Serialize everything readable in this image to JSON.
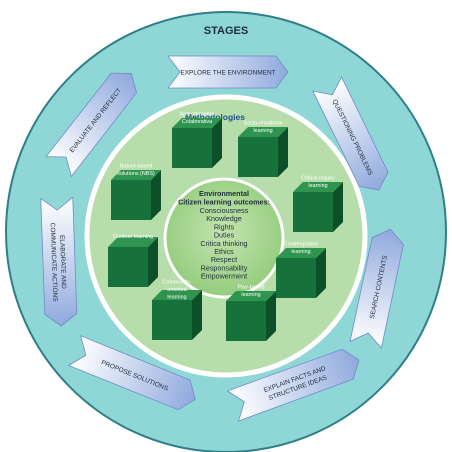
{
  "title": "STAGES",
  "methodologies_title": "Methodologies",
  "stages": [
    {
      "lines": [
        "EXPLORE THE ENVIRONMENT"
      ]
    },
    {
      "lines": [
        "QUESTIONING PROBLEMS"
      ]
    },
    {
      "lines": [
        "SEARCH CONTENTS"
      ]
    },
    {
      "lines": [
        "EXPLAIN FACTS AND",
        "STRUCTURE IDEAS"
      ]
    },
    {
      "lines": [
        "PROPOSE SOLUTIONS"
      ]
    },
    {
      "lines": [
        "ELABORATE AND",
        "COMMUNICATE ACTIONS"
      ]
    },
    {
      "lines": [
        "EVALUATE AND REFLECT"
      ]
    }
  ],
  "methodologies": [
    {
      "lines": [
        "Aprendizagem",
        "Colaborativa"
      ]
    },
    {
      "lines": [
        "Socio-emotional",
        "learning"
      ]
    },
    {
      "lines": [
        "Critical inquiry",
        "learning"
      ]
    },
    {
      "lines": [
        "Contemplative",
        "learning"
      ]
    },
    {
      "lines": [
        "Play-based",
        "learning"
      ]
    },
    {
      "lines": [
        "Community-",
        "oriented",
        "learning"
      ]
    },
    {
      "lines": [
        "Outdoor learning"
      ]
    },
    {
      "lines": [
        "Nature-based",
        "solutions (NBS)"
      ]
    }
  ],
  "outcomes": {
    "title_lines": [
      "Environmental",
      "Citizen learning outcomes:"
    ],
    "items": [
      "Consciousness",
      "Knowledge",
      "Rights",
      "Duties",
      "Critica thinking",
      "Ethics",
      "Respect",
      "Responsability",
      "Empowerment"
    ]
  },
  "colors": {
    "outer_ring": "#8fd6d6",
    "ring_border": "#2f7f88",
    "middle_circle": "#b8deaa",
    "inner_circle": "#9fd08c",
    "cube_top": "#2f9450",
    "cube_front": "#16713a",
    "cube_side": "#0d4f27",
    "arrow_light": "#eef3ff",
    "arrow_dark": "#8fa9dd",
    "title_blue": "#1d4f8f"
  }
}
